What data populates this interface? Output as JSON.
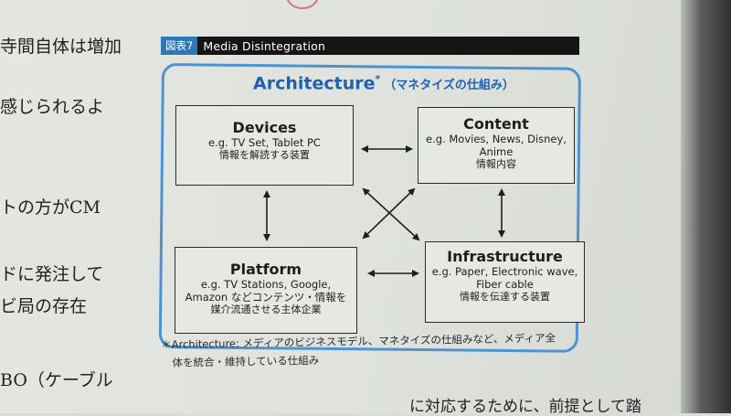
{
  "left_column": [
    "寺間自体は増加",
    "感じられるよ",
    "トの方がCM",
    "ドに発注して",
    "ビ局の存在",
    "BO（ケーブル"
  ],
  "figure": {
    "number": "図表7",
    "title": "Media Disintegration",
    "architecture": {
      "title": "Architecture",
      "asterisk": "*",
      "subtitle": "（マネタイズの仕組み）"
    },
    "boxes": {
      "devices": {
        "title": "Devices",
        "example": "e.g. TV Set, Tablet PC",
        "jp": "情報を解読する装置"
      },
      "content": {
        "title": "Content",
        "example_1": "e.g. Movies, News, Disney,",
        "example_2": "Anime",
        "jp": "情報内容"
      },
      "platform": {
        "title": "Platform",
        "example_1": "e.g. TV Stations, Google,",
        "example_2": "Amazon などコンテンツ・情報を",
        "example_3": "媒介流通させる主体企業"
      },
      "infrastructure": {
        "title": "Infrastructure",
        "example_1": "e.g. Paper, Electronic wave,",
        "example_2": "Fiber cable",
        "jp": "情報を伝達する装置"
      }
    }
  },
  "footnote": {
    "line_1": "＊Architecture: メディアのビジネスモデル、マネタイズの仕組みなど、メディア全",
    "line_2": "体を統合・維持している仕組み"
  },
  "bottom_text": "に対応するために、前提として踏"
}
